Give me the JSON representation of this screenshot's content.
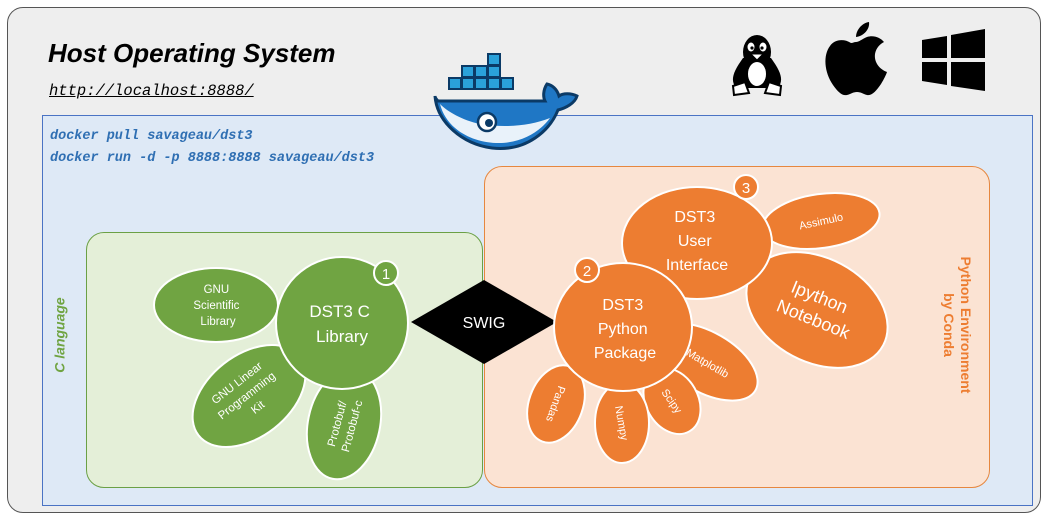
{
  "host": {
    "title": "Host Operating System",
    "url": "http://localhost:8888/"
  },
  "docker": {
    "commands": [
      "docker pull savageau/dst3",
      "docker run -d -p 8888:8888 savageau/dst3"
    ]
  },
  "c_env": {
    "label": "C language",
    "main": {
      "number": "1",
      "lines": [
        "DST3 C",
        "Library"
      ]
    },
    "libs": [
      {
        "lines": [
          "GNU",
          "Scientific",
          "Library"
        ]
      },
      {
        "lines": [
          "GNU Linear",
          "Programming",
          "Kit"
        ]
      },
      {
        "lines": [
          "Protobuf/",
          "Protobuf-c"
        ]
      }
    ]
  },
  "bridge": {
    "label": "SWIG"
  },
  "py_env": {
    "label_lines": [
      "Python Environment",
      "by Conda"
    ],
    "package": {
      "number": "2",
      "lines": [
        "DST3",
        "Python",
        "Package"
      ]
    },
    "ui": {
      "number": "3",
      "lines": [
        "DST3",
        "User",
        "Interface"
      ]
    },
    "libs": [
      "Assimulo",
      "Ipython Notebook",
      "Matplotlib",
      "Scipy",
      "Numpy",
      "Pandas"
    ],
    "ipython_lines": [
      "Ipython",
      "Notebook"
    ]
  },
  "os_icons": [
    "linux-tux-icon",
    "apple-icon",
    "windows-icon"
  ],
  "colors": {
    "green": "#70a442",
    "orange": "#ed7d31",
    "blue_text": "#2f6fb3"
  }
}
